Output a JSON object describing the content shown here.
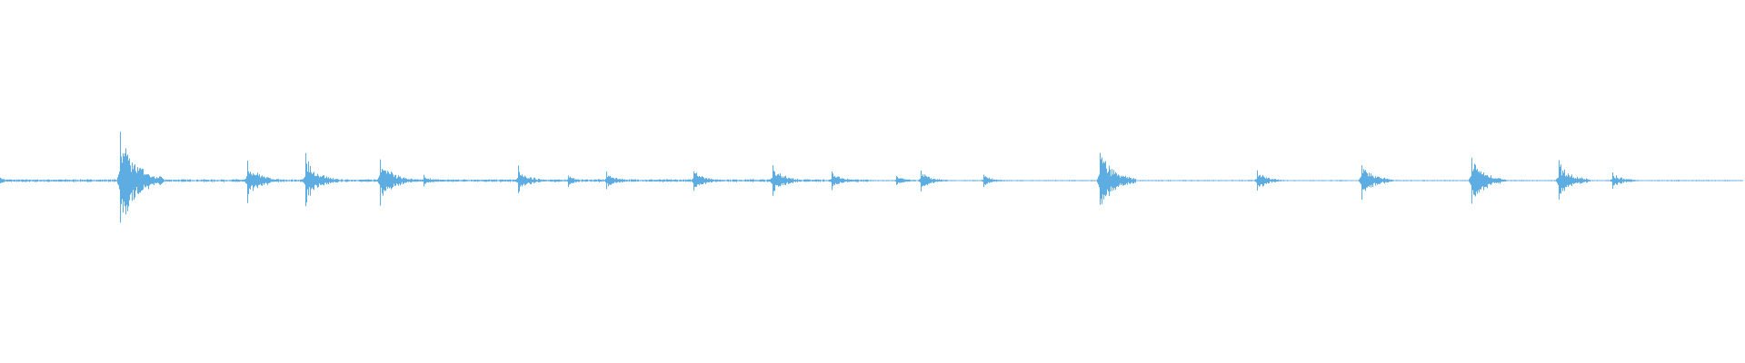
{
  "waveform": {
    "color": "#5dade2",
    "background": "#ffffff",
    "baseline_amplitude": 0.012,
    "events": [
      {
        "t": 0.0,
        "amp": 0.03
      },
      {
        "t": 0.069,
        "amp": 0.52
      },
      {
        "t": 0.142,
        "amp": 0.22
      },
      {
        "t": 0.175,
        "amp": 0.26
      },
      {
        "t": 0.218,
        "amp": 0.24
      },
      {
        "t": 0.243,
        "amp": 0.06
      },
      {
        "t": 0.297,
        "amp": 0.14
      },
      {
        "t": 0.326,
        "amp": 0.06
      },
      {
        "t": 0.348,
        "amp": 0.09
      },
      {
        "t": 0.398,
        "amp": 0.12
      },
      {
        "t": 0.443,
        "amp": 0.17
      },
      {
        "t": 0.477,
        "amp": 0.09
      },
      {
        "t": 0.514,
        "amp": 0.05
      },
      {
        "t": 0.528,
        "amp": 0.1
      },
      {
        "t": 0.564,
        "amp": 0.06
      },
      {
        "t": 0.631,
        "amp": 0.33
      },
      {
        "t": 0.721,
        "amp": 0.11
      },
      {
        "t": 0.781,
        "amp": 0.21
      },
      {
        "t": 0.844,
        "amp": 0.27
      },
      {
        "t": 0.894,
        "amp": 0.22
      },
      {
        "t": 0.925,
        "amp": 0.09
      }
    ]
  }
}
